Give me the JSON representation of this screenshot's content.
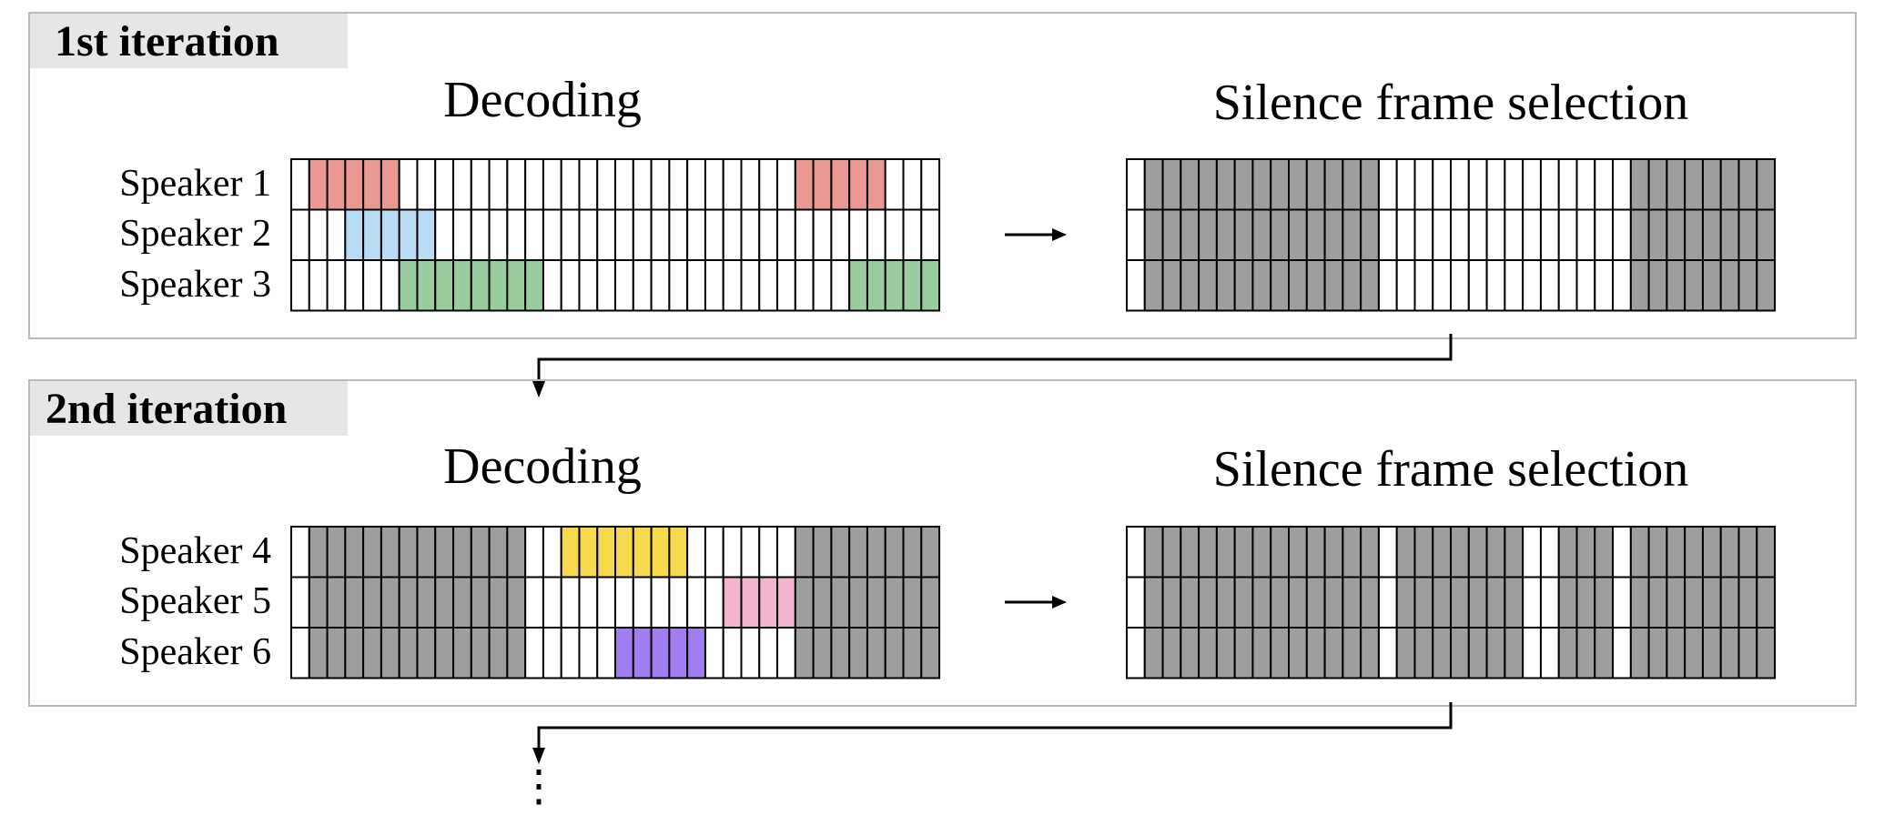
{
  "colors": {
    "frame_border": "#bbbbbb",
    "badge_bg": "#e6e6e6",
    "grid_line": "#000000",
    "silence": "#9e9e9e",
    "empty": "#ffffff",
    "arrow": "#000000"
  },
  "iterations": [
    {
      "badge": "1st iteration",
      "decoding_title": "Decoding",
      "selection_title": "Silence frame selection",
      "speakers": [
        "Speaker 1",
        "Speaker 2",
        "Speaker 3"
      ],
      "decoding_rows": [
        [
          {
            "from": 1,
            "to": 5,
            "color": "#ea9893"
          },
          {
            "from": 28,
            "to": 32,
            "color": "#ea9893"
          }
        ],
        [
          {
            "from": 3,
            "to": 7,
            "color": "#b8dcf4"
          }
        ],
        [
          {
            "from": 6,
            "to": 13,
            "color": "#99cc9f"
          },
          {
            "from": 31,
            "to": 36,
            "color": "#99cc9f"
          }
        ]
      ],
      "decoding_silence": [],
      "selection_silence": [
        [
          1,
          13
        ],
        [
          28,
          36
        ]
      ]
    },
    {
      "badge": "2nd iteration",
      "decoding_title": "Decoding",
      "selection_title": "Silence frame selection",
      "speakers": [
        "Speaker 4",
        "Speaker 5",
        "Speaker 6"
      ],
      "decoding_rows": [
        [
          {
            "from": 15,
            "to": 21,
            "color": "#f7d94d"
          }
        ],
        [
          {
            "from": 24,
            "to": 27,
            "color": "#f2b4ce"
          }
        ],
        [
          {
            "from": 18,
            "to": 22,
            "color": "#a07df0"
          }
        ]
      ],
      "decoding_silence": [
        [
          1,
          12
        ],
        [
          28,
          36
        ]
      ],
      "selection_silence": [
        [
          1,
          13
        ],
        [
          15,
          21
        ],
        [
          24,
          26
        ],
        [
          28,
          36
        ]
      ]
    }
  ],
  "grid": {
    "columns": 36,
    "rows": 3
  },
  "continuation": "⋮"
}
